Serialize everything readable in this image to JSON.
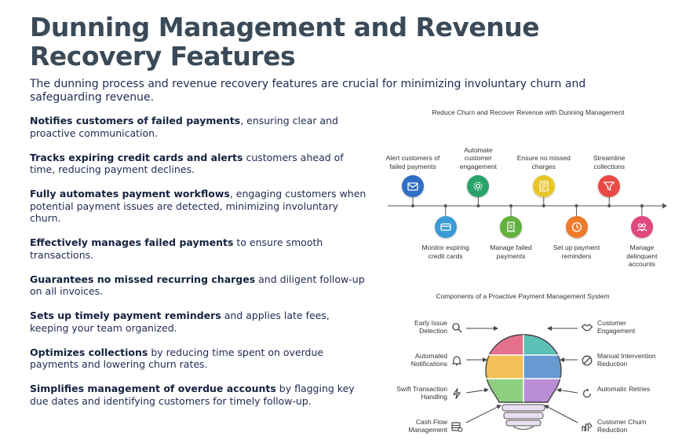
{
  "page": {
    "title": "Dunning Management and Revenue Recovery Features",
    "intro": "The dunning process and revenue recovery features are crucial for minimizing involuntary churn and safeguarding revenue."
  },
  "features": [
    {
      "bold": "Notifies customers of failed payments",
      "rest": ", ensuring clear and proactive communication."
    },
    {
      "bold": "Tracks expiring credit cards and alerts",
      "rest": " customers ahead of time, reducing payment declines."
    },
    {
      "bold": "Fully automates payment workflows",
      "rest": ", engaging customers when potential payment issues are detected, minimizing involuntary churn."
    },
    {
      "bold": "Effectively manages failed payments",
      "rest": " to ensure smooth transactions."
    },
    {
      "bold": "Guarantees no missed recurring charges",
      "rest": " and diligent follow-up on all invoices."
    },
    {
      "bold": "Sets up timely payment reminders",
      "rest": " and applies late fees, keeping your team organized."
    },
    {
      "bold": "Optimizes collections",
      "rest": " by reducing time spent on overdue payments and lowering churn rates."
    },
    {
      "bold": "Simplifies management of overdue accounts",
      "rest": " by flagging key due dates and identifying customers for timely follow-up."
    }
  ],
  "timeline": {
    "title": "Reduce Churn and Recover Revenue with Dunning Management",
    "steps": [
      {
        "label": "Alert customers of failed payments",
        "position": "top",
        "color": "#2f6fc4",
        "icon": "envelope-icon"
      },
      {
        "label": "Monitor expiring credit cards",
        "position": "bottom",
        "color": "#3a9bd6",
        "icon": "credit-card-icon"
      },
      {
        "label": "Automate customer engagement",
        "position": "top",
        "color": "#2aa36b",
        "icon": "gear-icon"
      },
      {
        "label": "Manage failed payments",
        "position": "bottom",
        "color": "#62b13f",
        "icon": "receipt-icon"
      },
      {
        "label": "Ensure no missed charges",
        "position": "top",
        "color": "#e8c629",
        "icon": "invoice-icon"
      },
      {
        "label": "Set up payment reminders",
        "position": "bottom",
        "color": "#ee7a2a",
        "icon": "clock-icon"
      },
      {
        "label": "Streamline collections",
        "position": "top",
        "color": "#e84a45",
        "icon": "funnel-icon"
      },
      {
        "label": "Manage delinquent accounts",
        "position": "bottom",
        "color": "#e0497f",
        "icon": "people-icon"
      }
    ]
  },
  "bulb": {
    "title": "Components of a Proactive Payment Management System",
    "left": [
      {
        "label": "Early Issue Detection",
        "icon": "magnifier-icon"
      },
      {
        "label": "Automated Notifications",
        "icon": "bell-icon"
      },
      {
        "label": "Swift Transaction Handling",
        "icon": "lightning-icon"
      },
      {
        "label": "Cash Flow Management",
        "icon": "cash-icon"
      }
    ],
    "right": [
      {
        "label": "Customer Engagement",
        "icon": "handshake-icon"
      },
      {
        "label": "Manual Intervention Reduction",
        "icon": "prohibit-icon"
      },
      {
        "label": "Automatic Retries",
        "icon": "refresh-icon"
      },
      {
        "label": "Customer Churn Reduction",
        "icon": "churn-icon"
      }
    ]
  }
}
